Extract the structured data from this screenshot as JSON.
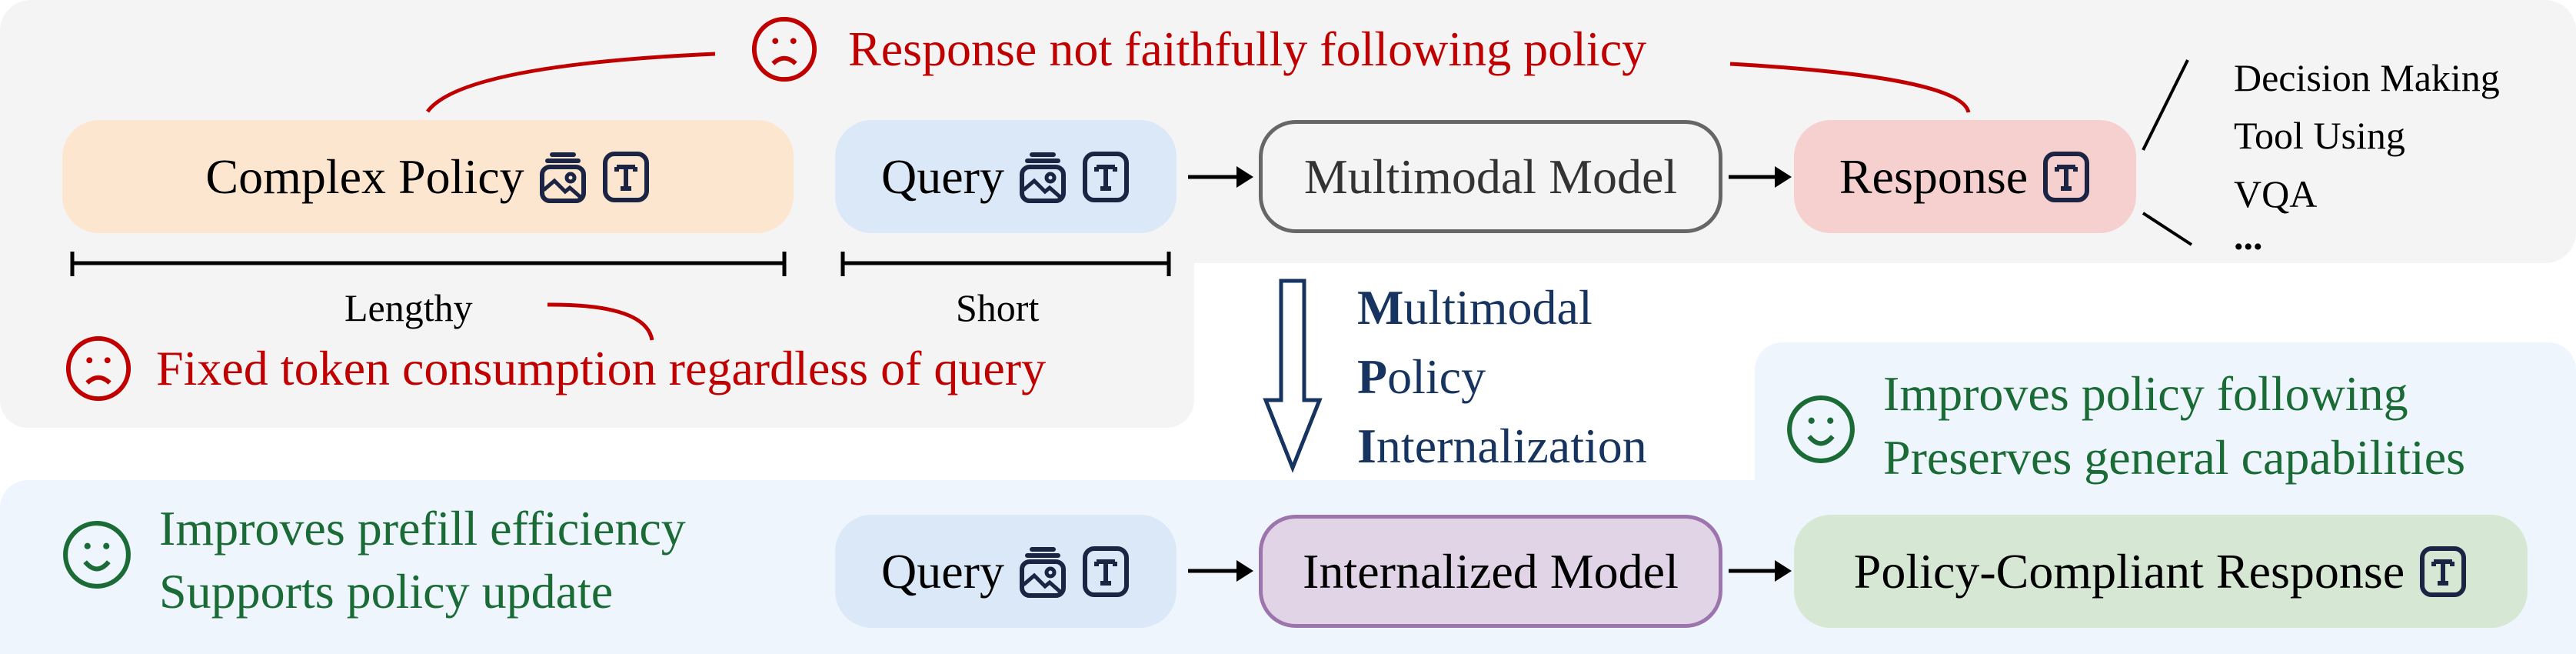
{
  "top": {
    "complex_policy": "Complex Policy",
    "query": "Query",
    "model": "Multimodal Model",
    "response": "Response",
    "tasks": [
      "Decision Making",
      "Tool Using",
      "VQA",
      "..."
    ],
    "lengthy": "Lengthy",
    "short": "Short",
    "issue_response": "Response not faithfully following policy",
    "issue_tokens": "Fixed token consumption regardless of query"
  },
  "middle": {
    "mpi": [
      {
        "initial": "M",
        "rest": "ultimodal"
      },
      {
        "initial": "P",
        "rest": "olicy"
      },
      {
        "initial": "I",
        "rest": "nternalization"
      }
    ],
    "benefits_right": [
      "Improves policy following",
      "Preserves general capabilities"
    ]
  },
  "bottom": {
    "benefits_left": [
      "Improves prefill efficiency",
      "Supports policy update"
    ],
    "query": "Query",
    "model": "Internalized Model",
    "response": "Policy-Compliant Response"
  },
  "colors": {
    "policy": "#fde6cf",
    "query": "#dae8f8",
    "response": "#f6cfcf",
    "internalized": "#e1d4e6",
    "compliant": "#d6e7d4",
    "red": "#c00000",
    "green": "#1a6b35",
    "navy": "#16345f"
  }
}
